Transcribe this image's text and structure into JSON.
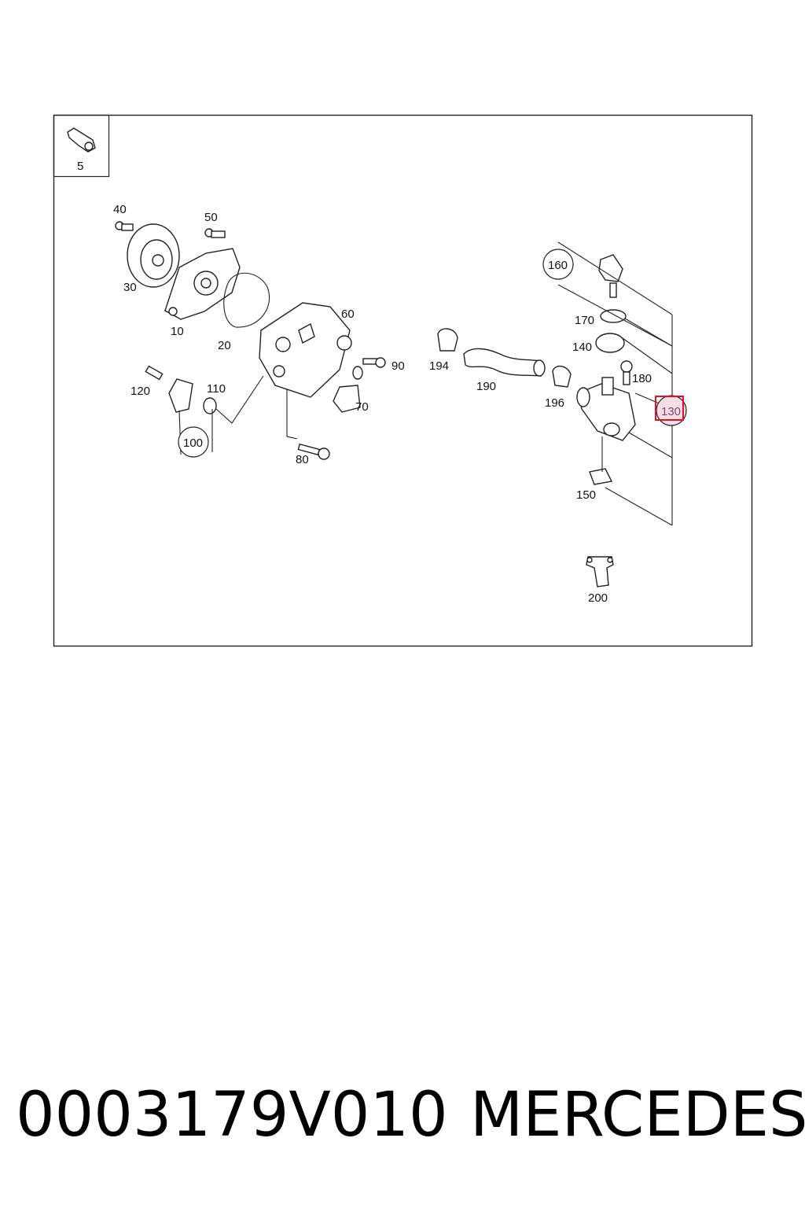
{
  "diagram": {
    "inset_label": "5",
    "highlighted_part": "130",
    "callouts": [
      "40",
      "50",
      "30",
      "10",
      "20",
      "60",
      "90",
      "70",
      "120",
      "110",
      "100",
      "80",
      "160",
      "170",
      "140",
      "194",
      "190",
      "196",
      "180",
      "130",
      "150",
      "200"
    ]
  },
  "colors": {
    "line": "#222222",
    "highlight": "#e0102a",
    "highlight_fill": "#f7dde6"
  },
  "footer": {
    "part_number": "0003179V010",
    "brand": "MERCEDES"
  }
}
